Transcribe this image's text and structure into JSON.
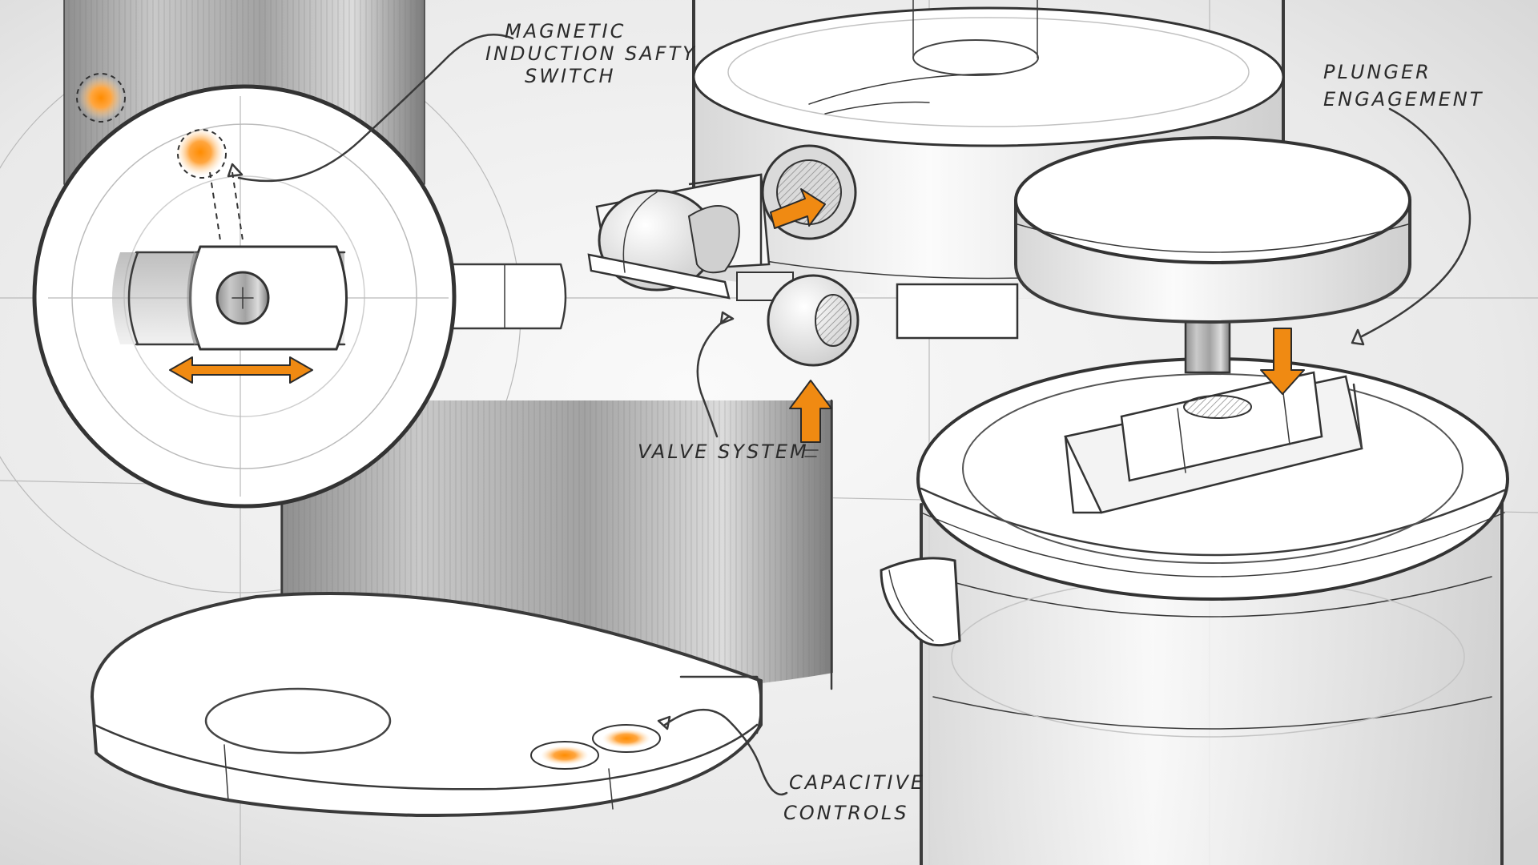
{
  "annotations": {
    "magnetic_switch": [
      "MAGNETIC",
      "INDUCTION SAFTY",
      "SWITCH"
    ],
    "plunger": [
      "PLUNGER",
      "ENGAGEMENT"
    ],
    "valve": [
      "VALVE SYSTEM"
    ],
    "capacitive": [
      "CAPACITIVE",
      "CONTROLS"
    ]
  },
  "colors": {
    "accent": "#f08a12",
    "glow": "#ff9a1f",
    "ink": "#2b2b2b",
    "metal_dark": "#7d7d7d",
    "background": "#ececec"
  },
  "icons": {
    "direction_arrows": "orange-arrow-icon",
    "slider_indicator": "double-arrow-icon"
  }
}
